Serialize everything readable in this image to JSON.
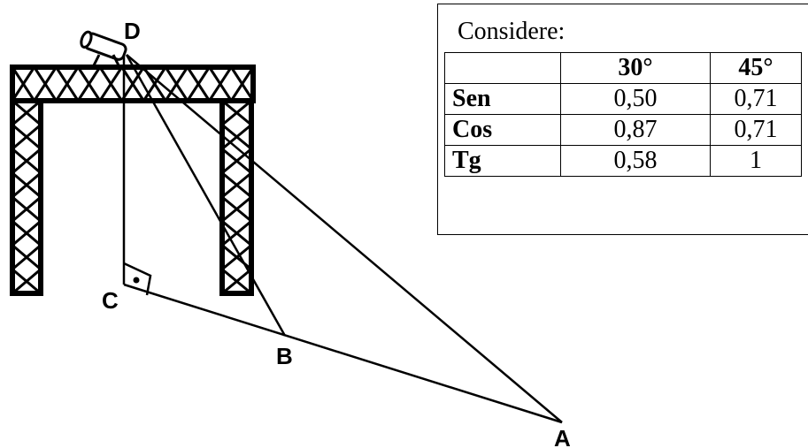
{
  "diagram": {
    "labels": {
      "D": "D",
      "C": "C",
      "B": "B",
      "A": "A"
    }
  },
  "table": {
    "title": "Considere:",
    "headers": [
      "",
      "30°",
      "45°"
    ],
    "rows": [
      {
        "name": "Sen",
        "v30": "0,50",
        "v45": "0,71"
      },
      {
        "name": "Cos",
        "v30": "0,87",
        "v45": "0,71"
      },
      {
        "name": "Tg",
        "v30": "0,58",
        "v45": "1"
      }
    ]
  }
}
